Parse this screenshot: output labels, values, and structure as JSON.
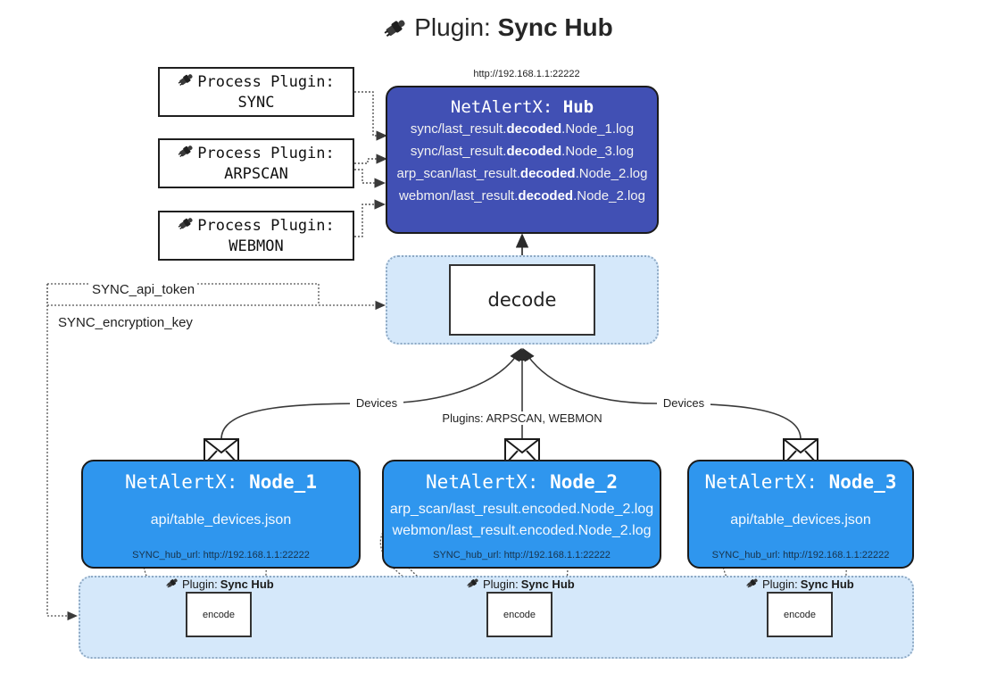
{
  "title": {
    "icon": "plug-icon",
    "prefix": "Plugin: ",
    "name": "Sync Hub"
  },
  "process_plugins": [
    {
      "icon": "plug-icon",
      "line1": "Process Plugin:",
      "line2": "SYNC"
    },
    {
      "icon": "plug-icon",
      "line1": "Process Plugin:",
      "line2": "ARPSCAN"
    },
    {
      "icon": "plug-icon",
      "line1": "Process Plugin:",
      "line2": "WEBMON"
    }
  ],
  "hub": {
    "url": "http://192.168.1.1:22222",
    "title_prefix": "NetAlertX: ",
    "title_name": "Hub",
    "logs": [
      {
        "pre": "sync/last_result.",
        "b": "decoded",
        "post": ".Node_1.log"
      },
      {
        "pre": "sync/last_result.",
        "b": "decoded",
        "post": ".Node_3.log"
      },
      {
        "pre": "arp_scan/last_result.",
        "b": "decoded",
        "post": ".Node_2.log"
      },
      {
        "pre": "webmon/last_result.",
        "b": "decoded",
        "post": ".Node_2.log"
      }
    ]
  },
  "decode": {
    "label": "decode"
  },
  "secrets": [
    {
      "label": "SYNC_api_token"
    },
    {
      "label": "SYNC_encryption_key"
    }
  ],
  "edge_labels": {
    "devices_left": "Devices",
    "devices_right": "Devices",
    "plugins_center": "Plugins: ARPSCAN, WEBMON"
  },
  "nodes": [
    {
      "icon": "envelope-icon",
      "title_prefix": "NetAlertX: ",
      "title_name": "Node_1",
      "lines": [
        "api/table_devices.json"
      ],
      "url_label": "SYNC_hub_url: ",
      "url_value": "http://192.168.1.1:22222"
    },
    {
      "icon": "envelope-icon",
      "title_prefix": "NetAlertX: ",
      "title_name": "Node_2",
      "lines": [
        "arp_scan/last_result.encoded.Node_2.log",
        "webmon/last_result.encoded.Node_2.log"
      ],
      "url_label": "SYNC_hub_url: ",
      "url_value": "http://192.168.1.1:22222"
    },
    {
      "icon": "envelope-icon",
      "title_prefix": "NetAlertX: ",
      "title_name": "Node_3",
      "lines": [
        "api/table_devices.json"
      ],
      "url_label": "SYNC_hub_url: ",
      "url_value": "http://192.168.1.1:22222"
    }
  ],
  "encoders": [
    {
      "icon": "plug-icon",
      "plugin_prefix": "Plugin: ",
      "plugin_name": "Sync Hub",
      "label": "encode"
    },
    {
      "icon": "plug-icon",
      "plugin_prefix": "Plugin: ",
      "plugin_name": "Sync Hub",
      "label": "encode"
    },
    {
      "icon": "plug-icon",
      "plugin_prefix": "Plugin: ",
      "plugin_name": "Sync Hub",
      "label": "encode"
    }
  ],
  "colors": {
    "hub_fill": "#4150b4",
    "node_fill": "#2f96ee",
    "container_fill": "#d5e8fa",
    "container_border": "#8ea9c4",
    "stroke": "#1b1b1b"
  }
}
